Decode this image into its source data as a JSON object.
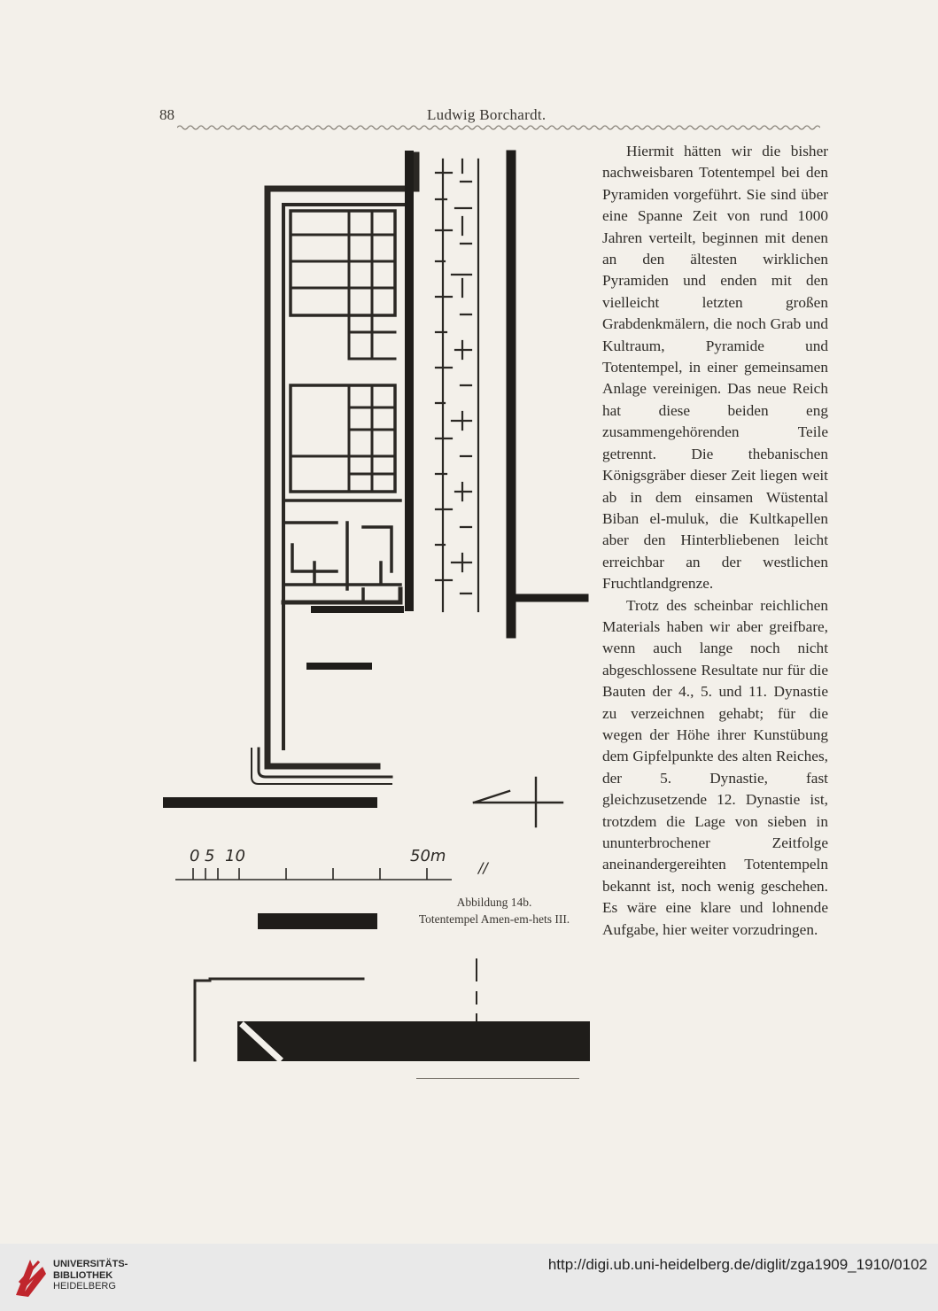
{
  "header": {
    "page_number": "88",
    "running_title": "Ludwig Borchardt."
  },
  "body_paragraphs": [
    "Hiermit hätten wir die bisher nachweisbaren Totentempel bei den Pyramiden vorgeführt. Sie sind über eine Spanne Zeit von rund 1000 Jahren verteilt, beginnen mit denen an den ältesten wirklichen Pyramiden und enden mit den vielleicht letzten großen Grabdenkmälern, die noch Grab und Kultraum, Pyramide und Totentempel, in einer gemeinsamen Anlage vereinigen. Das neue Reich hat diese beiden eng zusammengehörenden Teile getrennt. Die thebanischen Königsgräber dieser Zeit liegen weit ab in dem einsamen Wüstental Biban el-muluk, die Kultkapellen aber den Hinterbliebenen leicht erreichbar an der westlichen Fruchtlandgrenze.",
    "Trotz des scheinbar reichlichen Materials haben wir aber greifbare, wenn auch lange noch nicht abgeschlossene Resultate nur für die Bauten der 4., 5. und 11. Dynastie zu verzeichnen gehabt; für die wegen der Höhe ihrer Kunstübung dem Gipfelpunkte des alten Reiches, der 5. Dynastie, fast gleichzusetzende 12. Dynastie ist, trotzdem die Lage von sieben in ununterbrochener Zeitfolge aneinandergereihten Totentempeln bekannt ist, noch wenig geschehen. Es wäre eine klare und lohnende Aufgabe, hier weiter vorzudringen."
  ],
  "figure": {
    "scale_labels": [
      "0",
      "5",
      "10",
      "50m"
    ],
    "scale_mark": "//",
    "caption_line1": "Abbildung 14b.",
    "caption_line2": "Totentempel Amen-em-hets III."
  },
  "footer": {
    "library_line1": "UNIVERSITÄTS-",
    "library_line2": "BIBLIOTHEK",
    "library_line3": "HEIDELBERG",
    "url": "http://digi.ub.uni-heidelberg.de/diglit/zga1909_1910/0102"
  },
  "colors": {
    "paper": "#f3f0ea",
    "ink": "#2e2b27",
    "footer_bg": "#e9e9e9",
    "logo_red": "#c0262d"
  }
}
